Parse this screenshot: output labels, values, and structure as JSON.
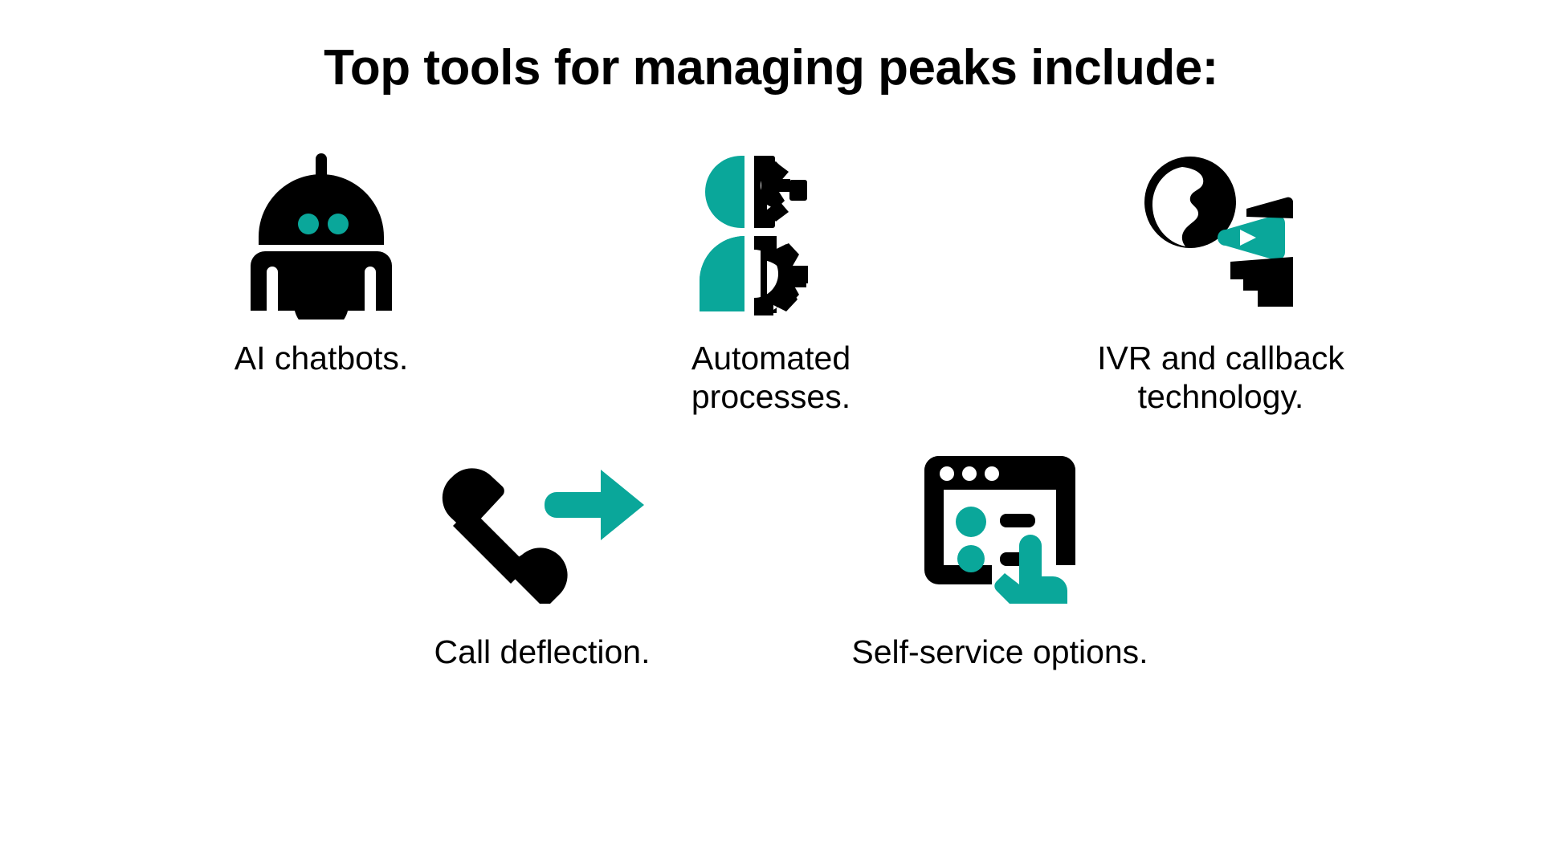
{
  "page": {
    "background_color": "#ffffff",
    "accent_color": "#0aa79a",
    "text_color": "#000000"
  },
  "title": "Top tools for managing peaks include:",
  "items": [
    {
      "icon": "robot-icon",
      "caption": "AI chatbots."
    },
    {
      "icon": "person-gears-icon",
      "caption": "Automated processes."
    },
    {
      "icon": "globe-megaphone-icon",
      "caption": "IVR and callback technology."
    },
    {
      "icon": "phone-forward-arrow-icon",
      "caption": "Call deflection."
    },
    {
      "icon": "browser-window-cursor-icon",
      "caption": "Self-service options."
    }
  ]
}
